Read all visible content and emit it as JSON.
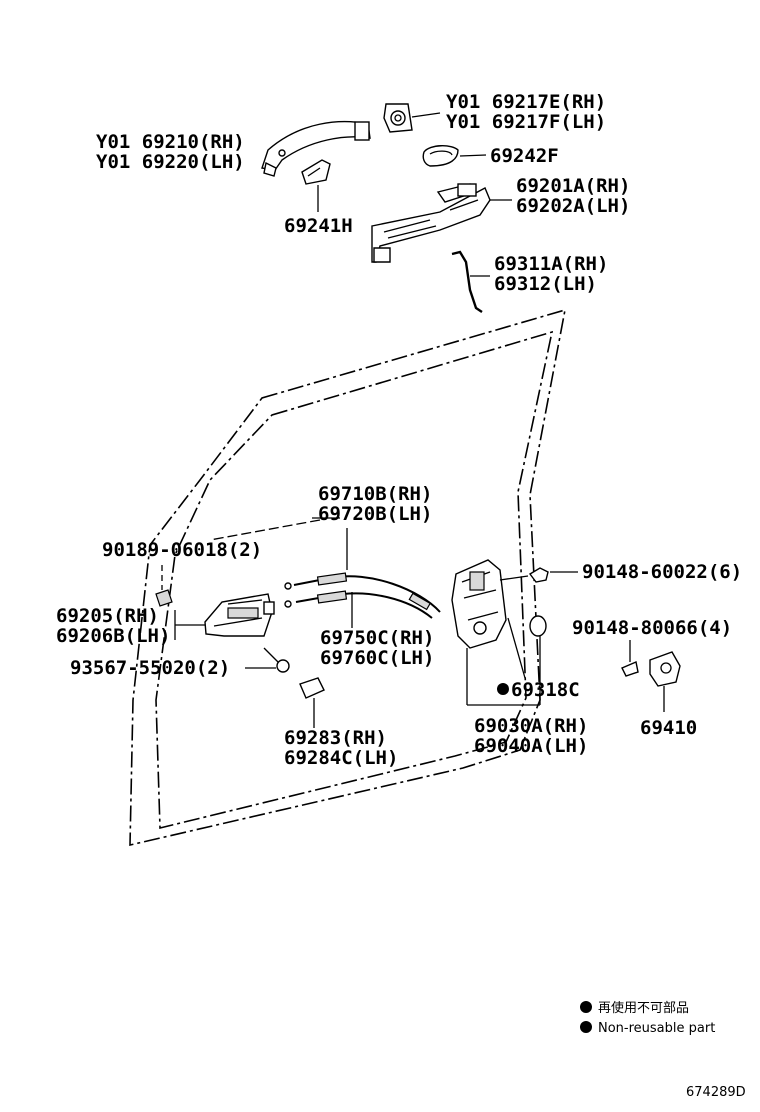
{
  "labels": {
    "l69217": [
      "Y01 69217E(RH)",
      "Y01 69217F(LH)"
    ],
    "l69210": [
      "Y01 69210(RH)",
      "Y01 69220(LH)"
    ],
    "l69242": [
      "69242F"
    ],
    "l69201": [
      "69201A(RH)",
      "69202A(LH)"
    ],
    "l69241": [
      "69241H"
    ],
    "l69311": [
      "69311A(RH)",
      "69312(LH)"
    ],
    "l69710": [
      "69710B(RH)",
      "69720B(LH)"
    ],
    "l90189": [
      "90189-06018(2)"
    ],
    "l90148a": [
      "90148-60022(6)"
    ],
    "l69205": [
      "69205(RH)",
      "69206B(LH)"
    ],
    "l90148b": [
      "90148-80066(4)"
    ],
    "l69750": [
      "69750C(RH)",
      "69760C(LH)"
    ],
    "l93567": [
      "93567-55020(2)"
    ],
    "l69318": [
      "69318C"
    ],
    "l69030": [
      "69030A(RH)",
      "69040A(LH)"
    ],
    "l69410": [
      "69410"
    ],
    "l69283": [
      "69283(RH)",
      "69284C(LH)"
    ]
  },
  "legend": {
    "jp": "再使用不可部品",
    "en": "Non-reusable part"
  },
  "diagram_code": "674289D"
}
